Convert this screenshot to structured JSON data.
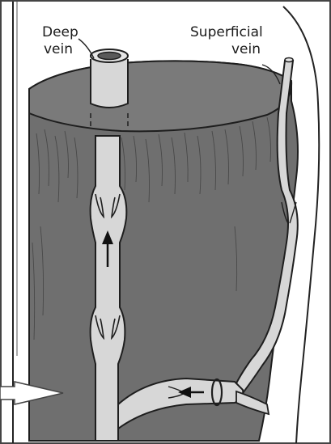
{
  "labels": {
    "deep_vein": [
      "Deep",
      "vein"
    ],
    "superficial_vein": [
      "Superficial",
      "vein"
    ]
  },
  "colors": {
    "muscle": "#6f6f6f",
    "muscle_top": "#7c7c7c",
    "vein_fill": "#d7d7d7",
    "outline": "#1e1e1e",
    "background": "#ffffff"
  },
  "icons": [
    "flow-arrow-up-icon",
    "flow-arrow-left-icon",
    "callout-arrow-icon"
  ]
}
